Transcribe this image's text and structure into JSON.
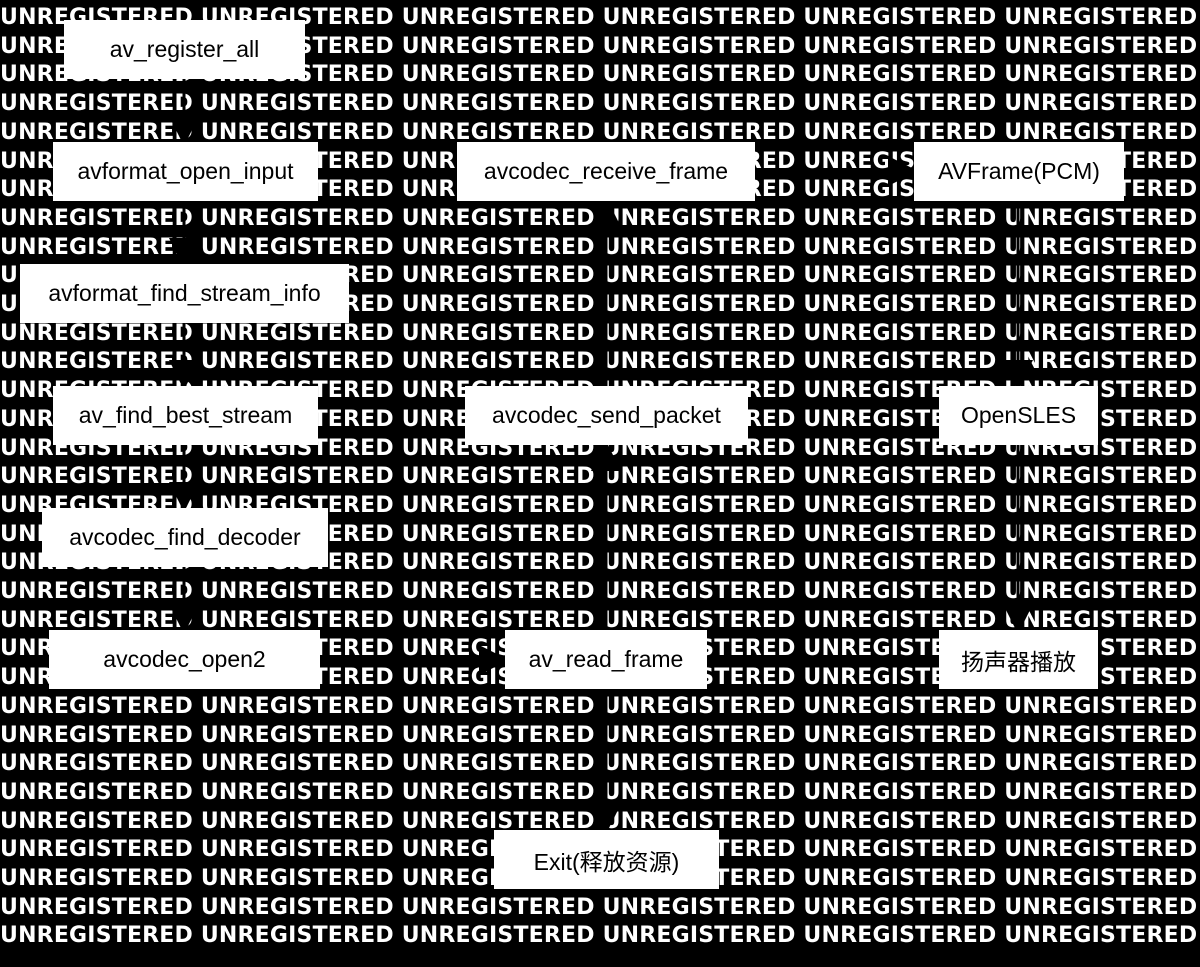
{
  "watermark": {
    "word": "UNREGISTERED"
  },
  "nodes": {
    "av_register_all": "av_register_all",
    "avformat_open_input": "avformat_open_input",
    "avformat_find_stream_info": "avformat_find_stream_info",
    "av_find_best_stream": "av_find_best_stream",
    "avcodec_find_decoder": "avcodec_find_decoder",
    "avcodec_open2": "avcodec_open2",
    "av_read_frame": "av_read_frame",
    "avcodec_send_packet": "avcodec_send_packet",
    "avcodec_receive_frame": "avcodec_receive_frame",
    "avframe_pcm": "AVFrame(PCM)",
    "opensles": "OpenSLES",
    "speaker": "扬声器播放",
    "exit": "Exit(释放资源)"
  },
  "colors": {
    "background": "#000000",
    "box_fill": "#ffffff",
    "box_text": "#000000",
    "watermark_text": "#ffffff",
    "edge": "#000000"
  }
}
